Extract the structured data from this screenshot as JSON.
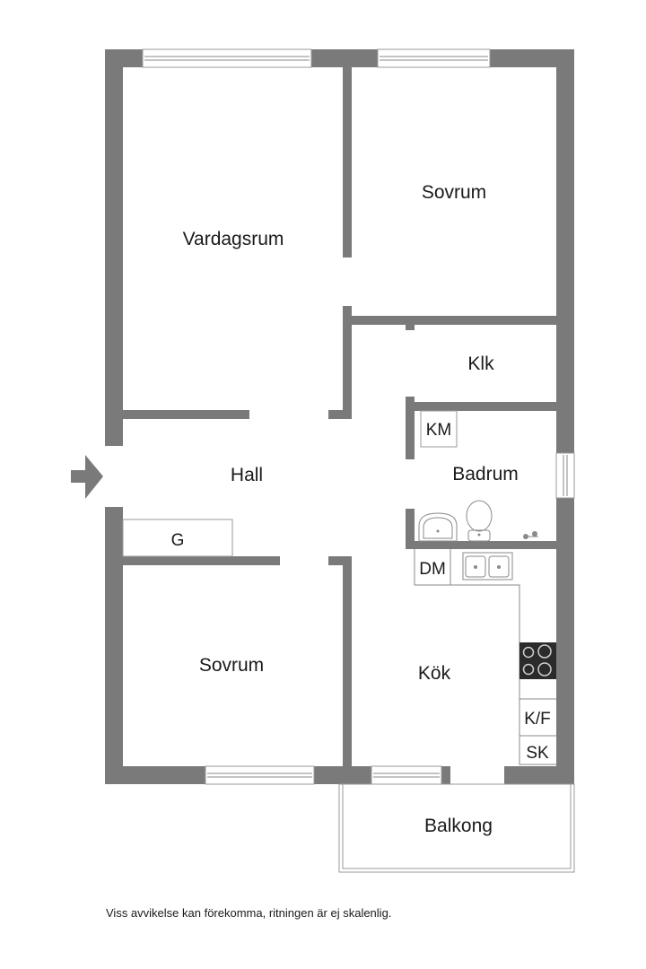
{
  "rooms": {
    "vardagsrum": "Vardagsrum",
    "sovrum_top": "Sovrum",
    "klk": "Klk",
    "hall": "Hall",
    "badrum": "Badrum",
    "sovrum_bottom": "Sovrum",
    "kok": "Kök",
    "balkong": "Balkong"
  },
  "fixtures": {
    "km": "KM",
    "g": "G",
    "dm": "DM",
    "kf": "K/F",
    "sk": "SK"
  },
  "footer": {
    "note": "Viss avvikelse kan förekomma, ritningen är ej skalenlig."
  },
  "icons": {
    "entrance": "entrance-arrow-icon",
    "sink": "sink-icon",
    "toilet": "toilet-icon",
    "kitchen_sink": "kitchen-sink-icon",
    "stove": "stove-icon",
    "window": "window-icon"
  },
  "colors": {
    "wall": "#7a7a7a",
    "stove": "#2b2b2b"
  }
}
